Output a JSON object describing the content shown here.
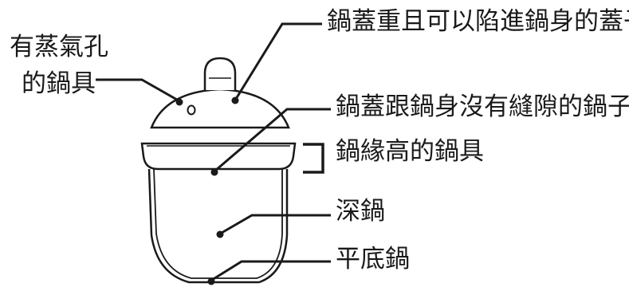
{
  "labels": {
    "lid_hole_line1": "有蒸氣孔",
    "lid_hole_line2": "的鍋具",
    "heavy_lid": "鍋蓋重且可以陷進鍋身的蓋子",
    "no_gap": "鍋蓋跟鍋身沒有縫隙的鍋子",
    "high_rim": "鍋緣高的鍋具",
    "deep": "深鍋",
    "flat_bottom": "平底鍋"
  },
  "colors": {
    "stroke": "#1a1a1a",
    "fill": "#ffffff",
    "text": "#1a1a1a"
  }
}
